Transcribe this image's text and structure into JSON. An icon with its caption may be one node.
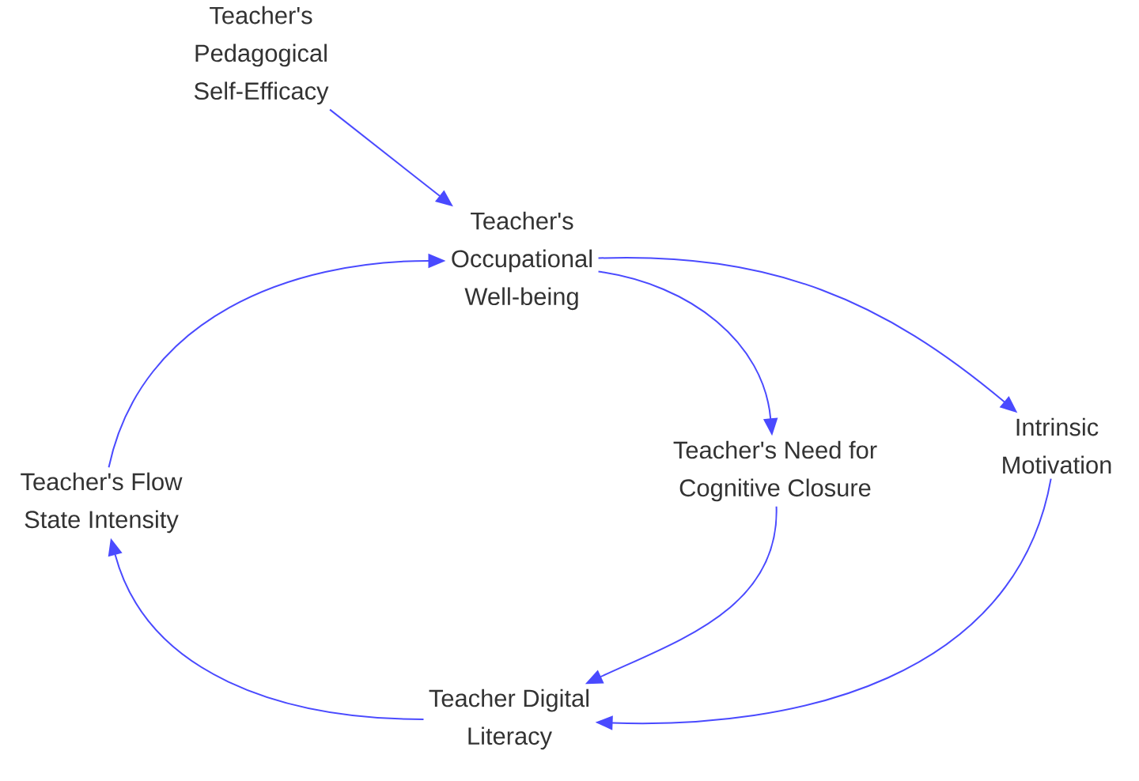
{
  "diagram": {
    "nodes": [
      {
        "text": [
          "Teacher's Pedagogical Self-Efficacy"
        ]
      },
      {
        "text": [
          "Teacher's Occupational Well-being"
        ]
      },
      {
        "text": [
          "Teacher's Need for Cognitive Closure"
        ]
      },
      {
        "text": [
          "Intrinsic Motivation"
        ]
      },
      {
        "text": [
          "Teacher's Flow State Intensity"
        ]
      },
      {
        "text": [
          "Teacher Digital Literacy"
        ]
      }
    ],
    "edges": [
      {
        "from": 0,
        "to": 1,
        "arrow": "to"
      },
      {
        "from": 1,
        "to": 2,
        "arrow": "to"
      },
      {
        "from": 1,
        "to": 3,
        "arrow": "to"
      },
      {
        "from": 2,
        "to": 5,
        "arrow": "to"
      },
      {
        "from": 3,
        "to": 5,
        "arrow": "to"
      },
      {
        "from": 5,
        "to": 4,
        "arrow": "to"
      },
      {
        "from": 4,
        "to": 1,
        "arrow": "to"
      }
    ]
  }
}
